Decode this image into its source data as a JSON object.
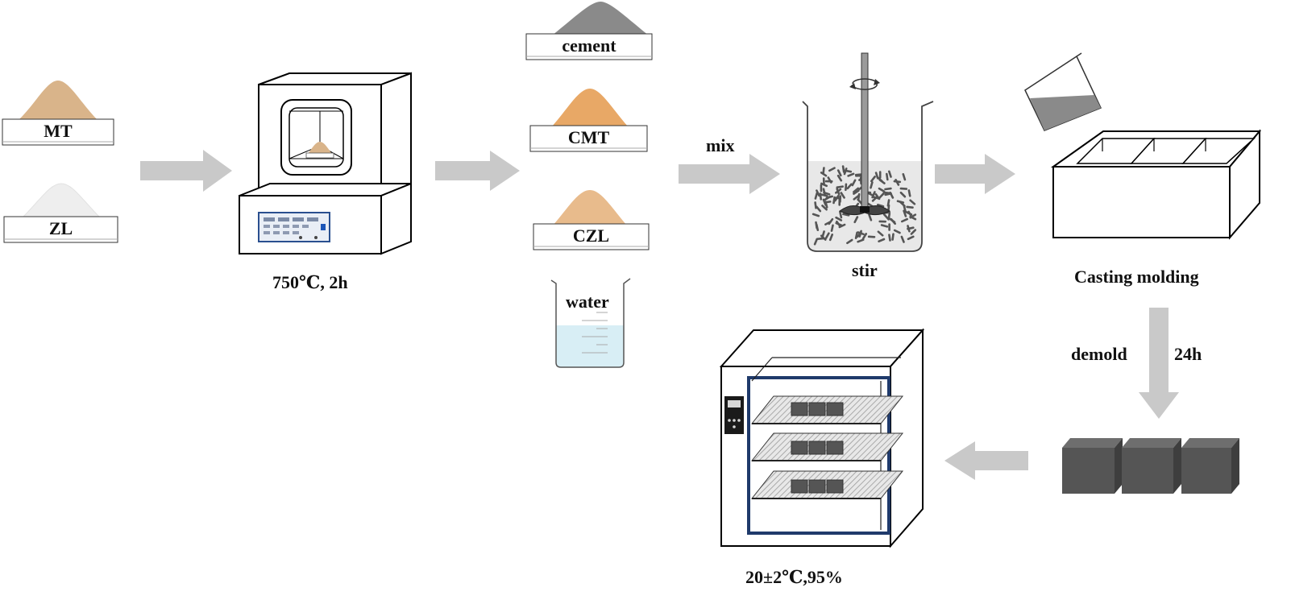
{
  "materials": {
    "mt": "MT",
    "zl": "ZL",
    "cement": "cement",
    "cmt": "CMT",
    "czl": "CZL",
    "water": "water"
  },
  "steps": {
    "calcination": "750℃, 2h",
    "mix": "mix",
    "stir": "stir",
    "casting": "Casting molding",
    "demold": "demold",
    "demold_time": "24h",
    "curing": "20±2℃,95%"
  },
  "colors": {
    "mt_powder": "#d9b48a",
    "zl_powder": "#eeeeee",
    "cement_powder": "#8a8a8a",
    "cmt_powder": "#e8a866",
    "czl_powder": "#e8bb8c",
    "water": "#d8eef5",
    "arrow": "#c9c9c9",
    "specimen": "#555555",
    "chamber_frame": "#1f3a6b"
  }
}
